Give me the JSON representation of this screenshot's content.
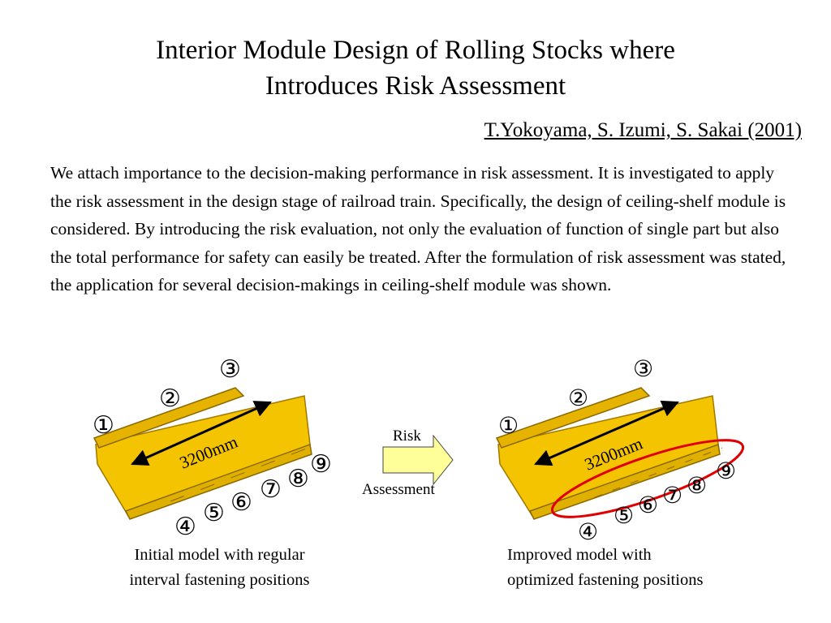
{
  "slide": {
    "title_line1": "Interior Module Design of Rolling Stocks where",
    "title_line2": "Introduces Risk Assessment",
    "authors": "T.Yokoyama, S. Izumi, S. Sakai (2001)",
    "abstract": "We attach importance to the decision-making performance in risk assessment. It is investigated to apply the risk assessment in the design stage of railroad train. Specifically, the design of ceiling-shelf module is considered. By introducing the risk evaluation, not only the evaluation of function of single part but also the total performance for safety can easily be treated. After the formulation of risk assessment was stated, the application for several decision-makings in ceiling-shelf module was shown."
  },
  "figure": {
    "dimension_label": "3200mm",
    "arrow_label_top": "Risk",
    "arrow_label_bottom": "Assessment",
    "markers": [
      "①",
      "②",
      "③",
      "④",
      "⑤",
      "⑥",
      "⑦",
      "⑧",
      "⑨"
    ],
    "left_caption_line1": "Initial model with regular",
    "left_caption_line2": "interval fastening positions",
    "right_caption_line1": "Improved model with",
    "right_caption_line2": "optimized fastening positions",
    "colors": {
      "module_fill": "#f5c400",
      "module_stroke": "#a07800",
      "arrow_fill": "#ffff99",
      "highlight_ellipse": "#e00000"
    }
  }
}
